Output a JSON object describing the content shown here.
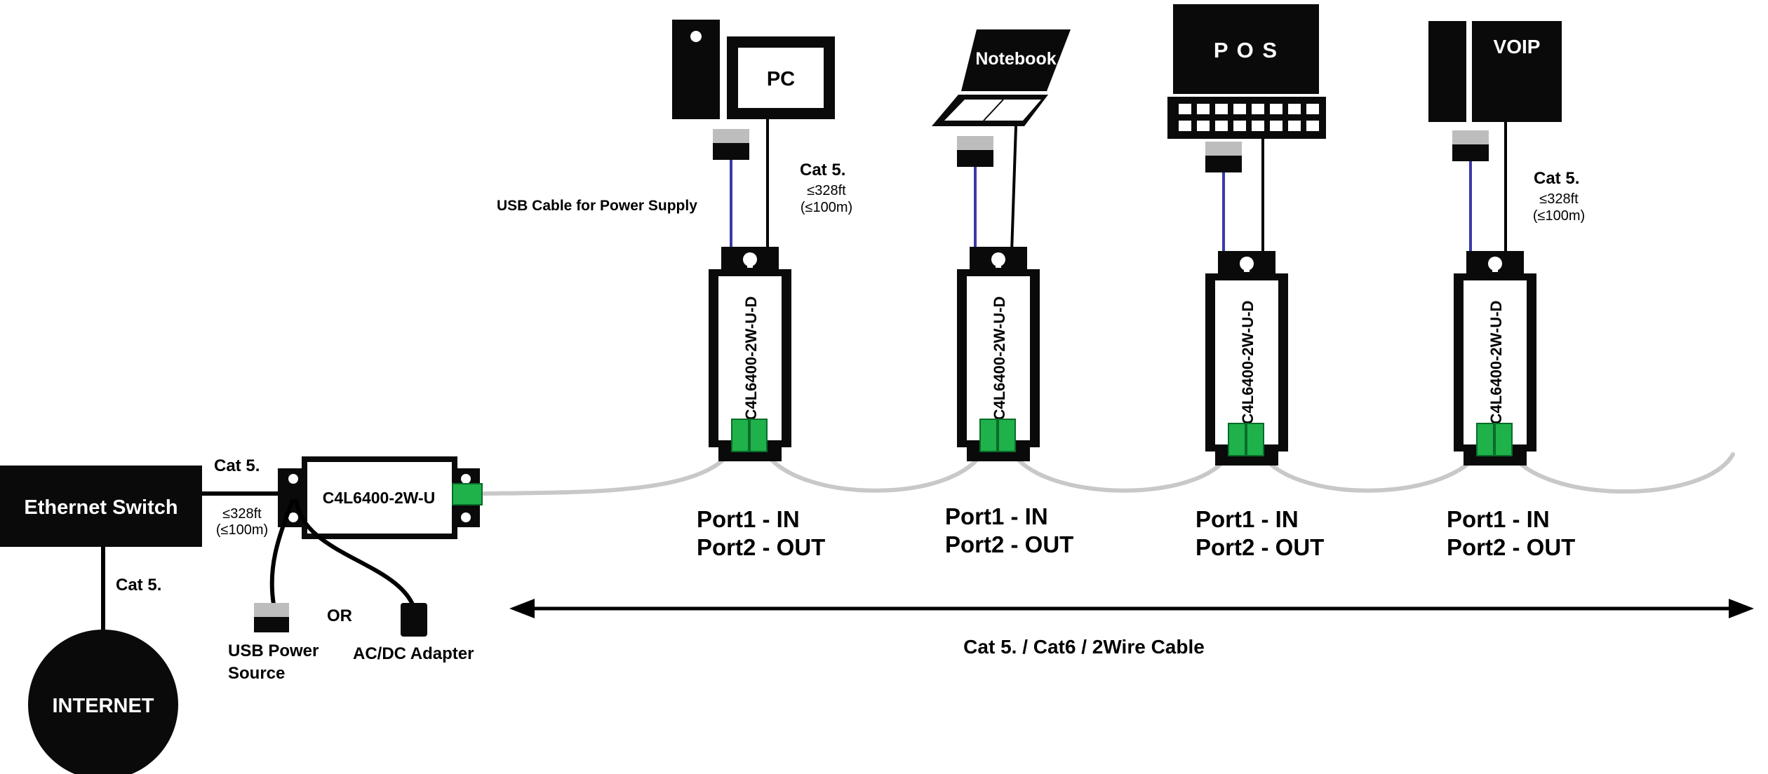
{
  "network": {
    "internet_label": "INTERNET",
    "switch_label": "Ethernet Switch",
    "cat5_label": "Cat 5.",
    "distance_ft": "≤328ft",
    "distance_m": "(≤100m)",
    "master_unit_label": "C4L6400-2W-U",
    "usb_source_line1": "USB Power",
    "usb_source_line2": "Source",
    "or_label": "OR",
    "adapter_label": "AC/DC Adapter",
    "usb_cable_label": "USB Cable for Power Supply",
    "cable_label": "Cat 5. / Cat6 / 2Wire Cable",
    "port_in_label": "Port1 - IN",
    "port_out_label": "Port2 - OUT",
    "slave_unit_label": "C4L6400-2W-U-D",
    "devices": [
      {
        "name": "PC"
      },
      {
        "name": "Notebook"
      },
      {
        "name": "P O S"
      },
      {
        "name": "VOIP"
      }
    ]
  },
  "colors": {
    "cable_gray": "#c8c8c8",
    "usb_blue": "#3a3aa8",
    "connector_green": "#1fb24a",
    "device_black": "#0a0a0a"
  }
}
